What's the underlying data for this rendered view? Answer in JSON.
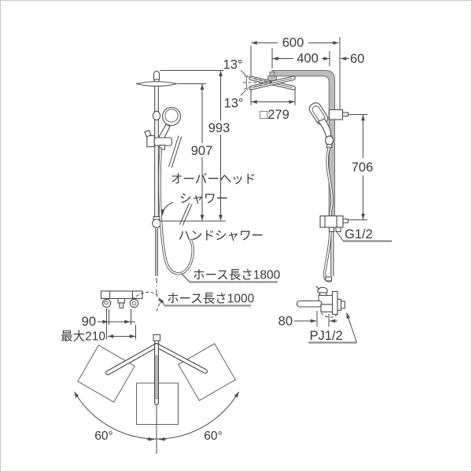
{
  "drawing": {
    "type": "technical-dimension-diagram",
    "subject": "shower column with overhead shower and hand shower",
    "colors": {
      "line": "#4a4a4a",
      "text": "#3a3a3a",
      "metal_fill": "#bcbcbc",
      "metal_edge": "#707070",
      "leader_underline": "#8f8f8f",
      "background": "#ffffff",
      "border": "#c9c9c9"
    },
    "side_view": {
      "dim_993": "993",
      "dim_907": "907",
      "label_overhead_shower_line1": "オーバーヘッド",
      "label_overhead_shower_line2": "シャワー",
      "label_hand_shower": "ハンドシャワー",
      "label_hose_length_1800": "ホース長さ1800",
      "label_hose_length_1000": "ホース長さ1000",
      "dim_90": "90",
      "dim_max210": "最大210"
    },
    "front_view": {
      "dim_600": "600",
      "dim_400": "400",
      "dim_60": "60",
      "dim_tilt_up": "13°",
      "dim_tilt_down": "13°",
      "dim_head_square": "□279",
      "dim_706": "706",
      "label_connection_g": "G1/2",
      "dim_80": "80",
      "label_connection_pj": "PJ1/2"
    },
    "top_view": {
      "dim_swivel_left": "60°",
      "dim_swivel_right": "60°"
    }
  }
}
